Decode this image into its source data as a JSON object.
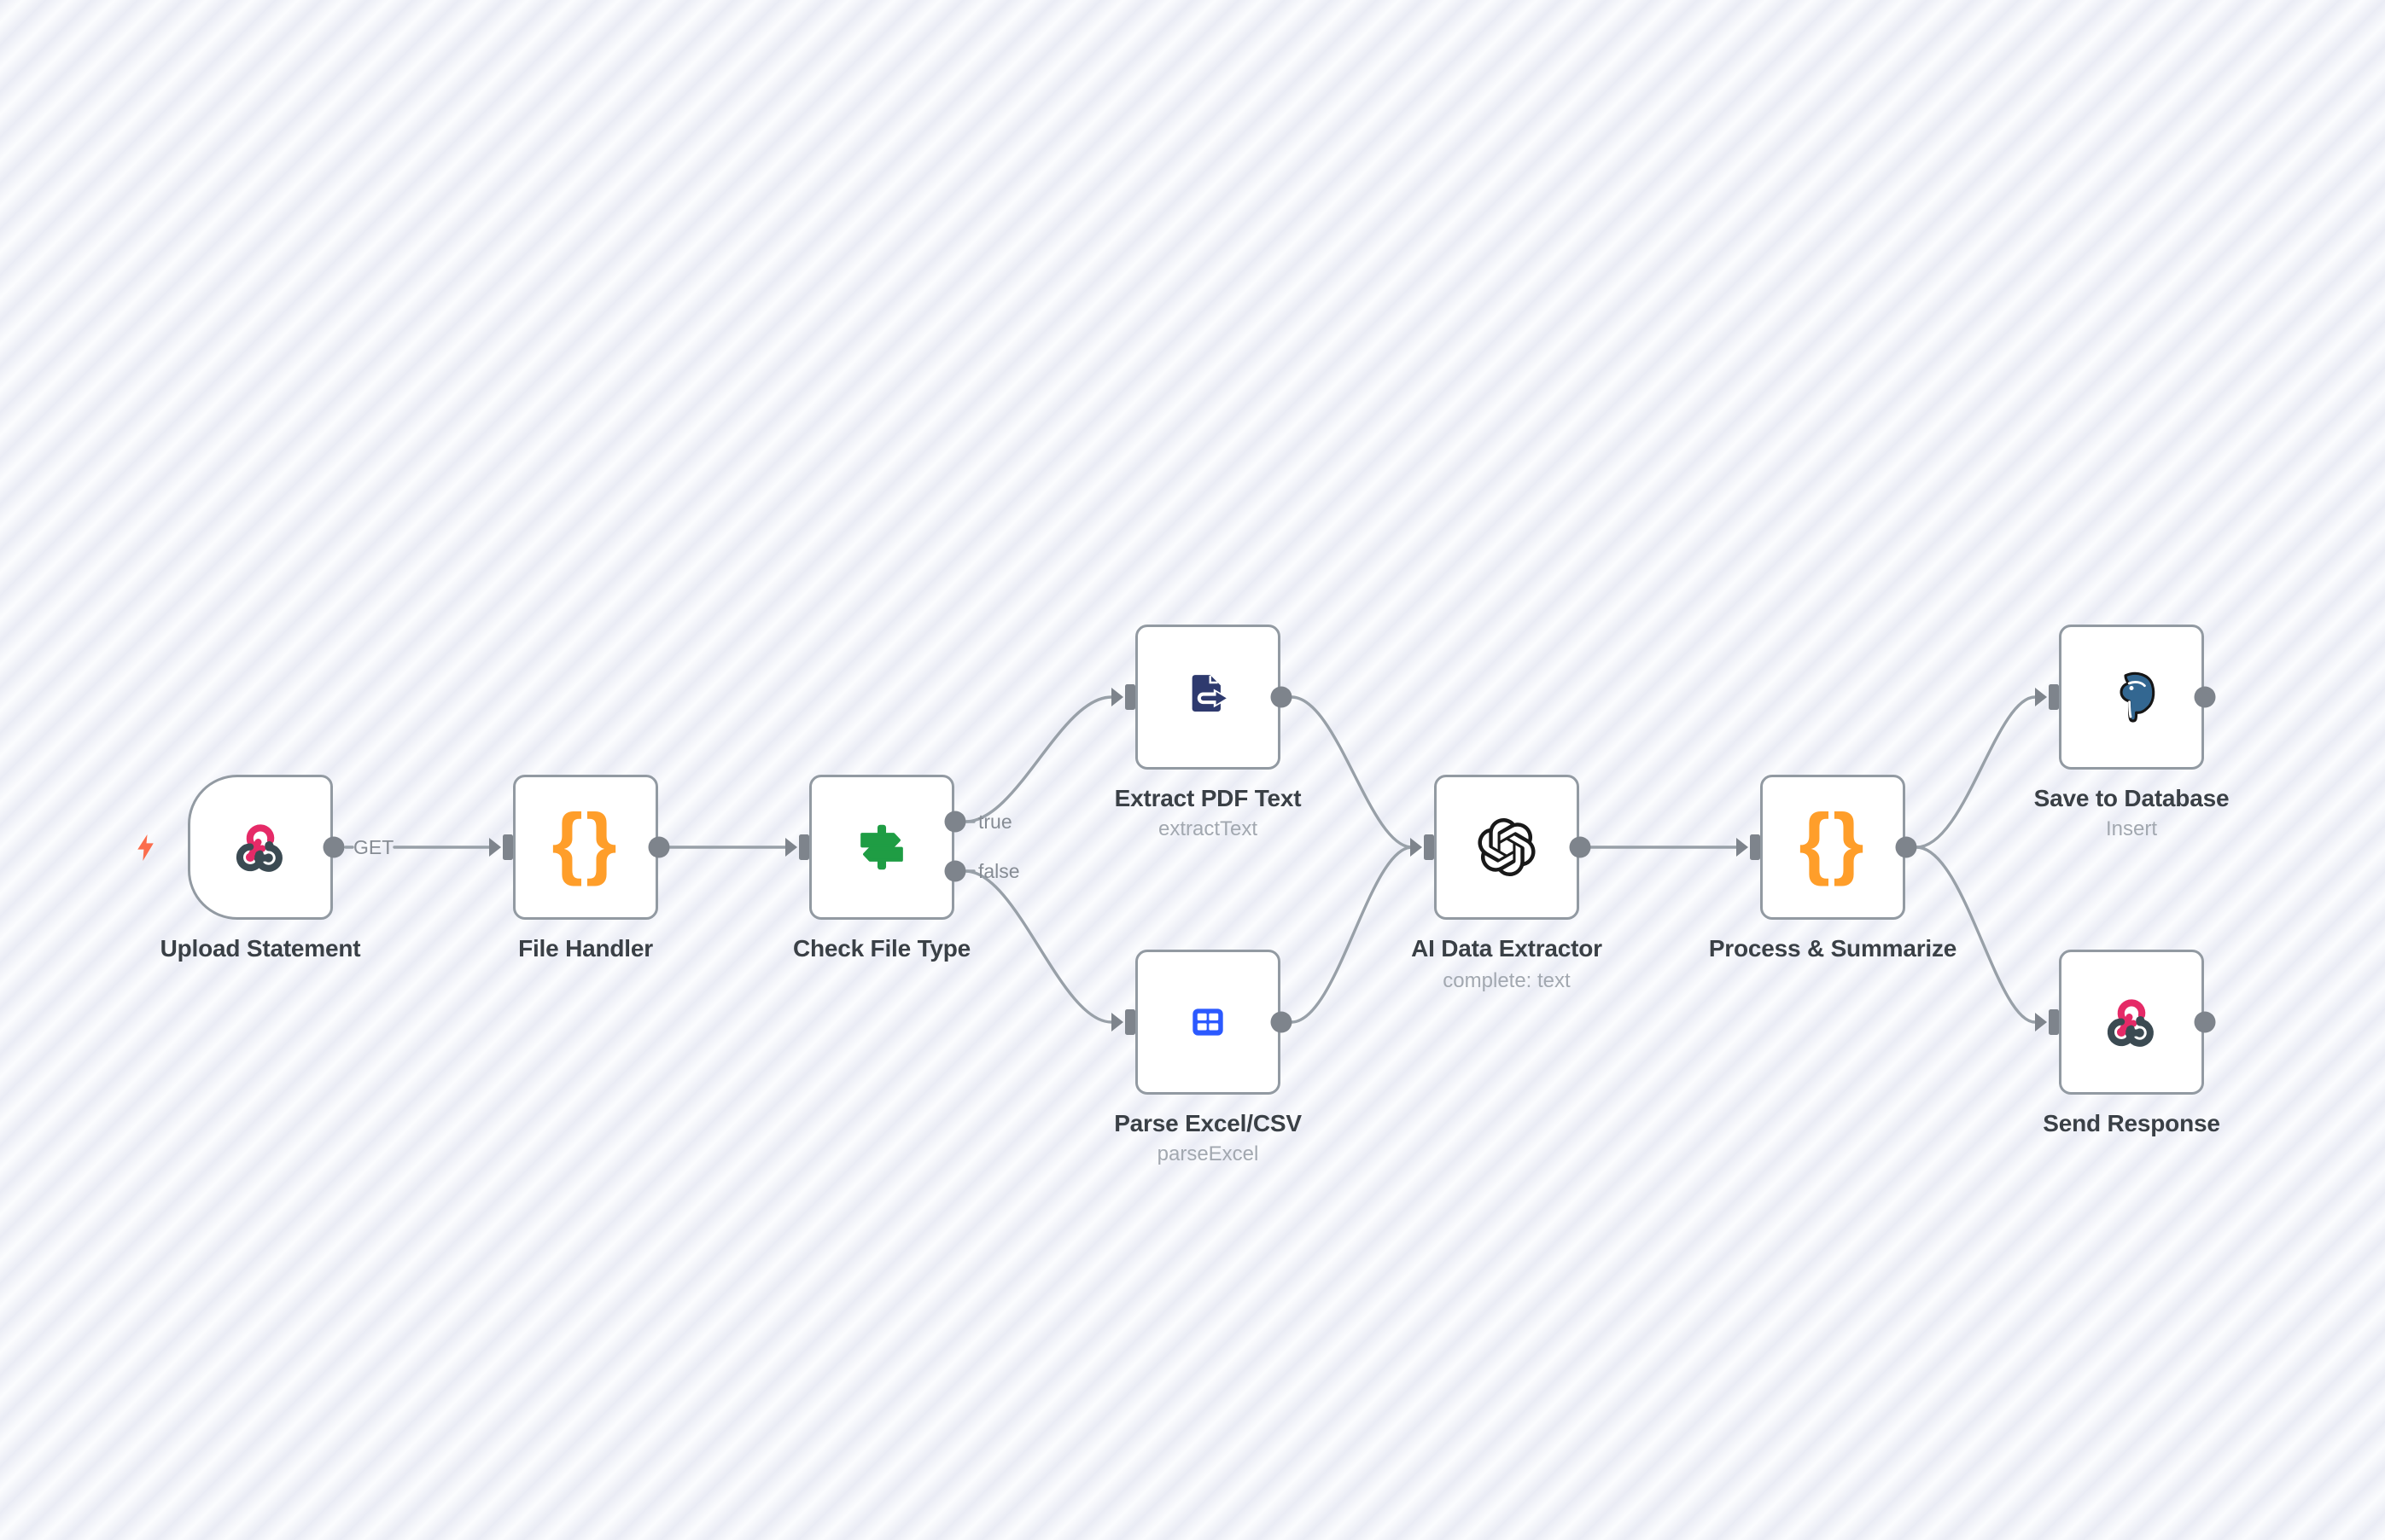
{
  "app": {
    "name": "workflow-canvas"
  },
  "workflow": {
    "nodes": [
      {
        "id": "upload-statement",
        "label": "Upload Statement",
        "subtitle": "",
        "type": "webhook-trigger",
        "icon": "webhook-icon"
      },
      {
        "id": "file-handler",
        "label": "File Handler",
        "subtitle": "",
        "type": "code",
        "icon": "code-braces-icon",
        "icon_glyph": "{}"
      },
      {
        "id": "check-file-type",
        "label": "Check File Type",
        "subtitle": "",
        "type": "if-switch",
        "icon": "signpost-icon",
        "output_labels": [
          "true",
          "false"
        ]
      },
      {
        "id": "extract-pdf-text",
        "label": "Extract PDF Text",
        "subtitle": "extractText",
        "type": "extract-from-file",
        "icon": "file-export-icon"
      },
      {
        "id": "parse-excel-csv",
        "label": "Parse Excel/CSV",
        "subtitle": "parseExcel",
        "type": "spreadsheet-file",
        "icon": "spreadsheet-icon"
      },
      {
        "id": "ai-data-extractor",
        "label": "AI Data Extractor",
        "subtitle": "complete: text",
        "type": "openai",
        "icon": "openai-icon"
      },
      {
        "id": "process-summarize",
        "label": "Process & Summarize",
        "subtitle": "",
        "type": "code",
        "icon": "code-braces-icon",
        "icon_glyph": "{}"
      },
      {
        "id": "save-to-database",
        "label": "Save to Database",
        "subtitle": "Insert",
        "type": "postgres",
        "icon": "postgres-icon"
      },
      {
        "id": "send-response",
        "label": "Send Response",
        "subtitle": "",
        "type": "webhook-respond",
        "icon": "webhook-icon"
      }
    ],
    "connection_labels": {
      "get": "GET",
      "true": "true",
      "false": "false"
    },
    "colors": {
      "webhook_pink": "#e52a67",
      "webhook_slate": "#3b4a52",
      "code_orange": "#ff9e2a",
      "switch_green": "#1f9d44",
      "extract_navy": "#2e3a6e",
      "spreadsheet_blue": "#2b59ff",
      "openai_black": "#191919",
      "postgres_blue": "#336791",
      "trigger_bolt_orange": "#fb6d4d",
      "edge_gray": "#98a0a8",
      "connector_gray": "#7e848c",
      "node_border_gray": "#929aa2",
      "canvas_stripe": "#eaecf5",
      "canvas_base": "#fbfcfe"
    }
  }
}
